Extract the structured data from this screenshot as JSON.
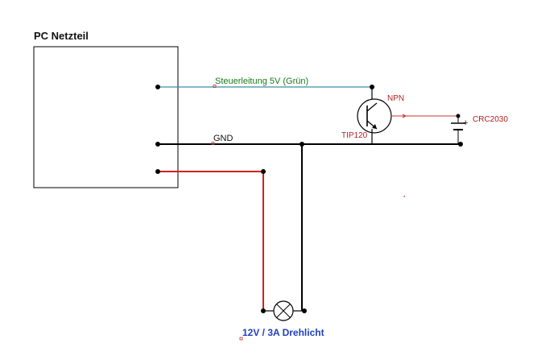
{
  "diagram": {
    "psu_label": "PC Netzteil",
    "control_label": "Steuerleitung 5V (Grün)",
    "gnd_label": "GND",
    "npn_label": "NPN",
    "transistor_label": "TIP120",
    "battery_label": "CRC2030",
    "battery_plus": "+",
    "lamp_label": "12V / 3A Drehlicht"
  },
  "colors": {
    "control_wire": "#3a8fa6",
    "gnd_wire": "#000000",
    "power_wire": "#d42020",
    "base_wire": "#cc3333",
    "label_green": "#1a7a1a",
    "label_red": "#b22222",
    "label_blue": "#1f3fbf"
  }
}
